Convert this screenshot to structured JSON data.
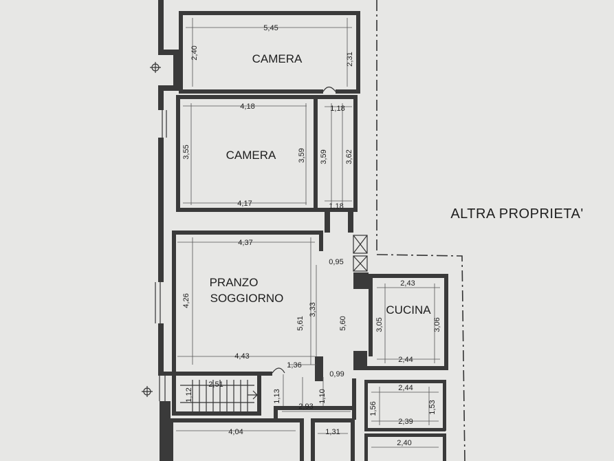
{
  "rooms": {
    "camera_top": "CAMERA",
    "camera_mid": "CAMERA",
    "pranzo_1": "PRANZO",
    "pranzo_2": "SOGGIORNO",
    "cucina": "CUCINA"
  },
  "neighbor_label": "ALTRA PROPRIETA'",
  "dimensions": {
    "d545": "5,45",
    "d240": "2,40",
    "d231": "2,31",
    "d418": "4,18",
    "d118a": "1,18",
    "d355": "3,55",
    "d359a": "3,59",
    "d359b": "3,59",
    "d362": "3,62",
    "d417": "4,17",
    "d118b": "1,18",
    "d437": "4,37",
    "d095": "0,95",
    "d426": "4,26",
    "d561": "5,61",
    "d333": "3,33",
    "d560": "5,60",
    "d243": "2,43",
    "d305": "3,05",
    "d306": "3,06",
    "d443": "4,43",
    "d244a": "2,44",
    "d136": "1,36",
    "d099": "0,99",
    "d251": "2,51",
    "d112": "1,12",
    "d113": "1,13",
    "d110": "1,10",
    "d293": "2,93",
    "d156": "1,56",
    "d244b": "2,44",
    "d153": "1,53",
    "d239": "2,39",
    "d404": "4,04",
    "d131": "1,31",
    "d240b": "2,40"
  }
}
